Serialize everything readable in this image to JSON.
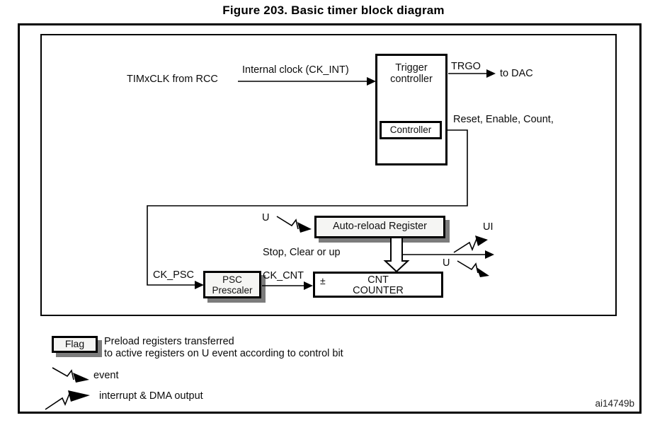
{
  "title": "Figure 203. Basic timer block diagram",
  "diagram": {
    "timxclk": "TIMxCLK from RCC",
    "internal_clock": "Internal clock (CK_INT)",
    "trigger_line1": "Trigger",
    "trigger_line2": "controller",
    "controller_box": "Controller",
    "trgo": "TRGO",
    "to_dac": "to DAC",
    "reset_enable_count": "Reset, Enable, Count,",
    "u_event_arr": "U",
    "auto_reload": "Auto-reload Register",
    "stop_clear": "Stop, Clear or up",
    "ck_psc": "CK_PSC",
    "psc_line1": "PSC",
    "psc_line2": "Prescaler",
    "ck_cnt": "CK_CNT",
    "plus_minus": "±",
    "cnt_line1": "CNT",
    "cnt_line2": "COUNTER",
    "ui_out": "UI",
    "u_out": "U"
  },
  "legend": {
    "flag": "Flag",
    "desc_line1": "Preload registers transferred",
    "desc_line2": "to active registers on U event according to control bit",
    "event": "event",
    "interrupt": "interrupt & DMA output"
  },
  "footer": {
    "figure_id": "ai14749b"
  },
  "colors": {
    "ink": "#000000",
    "box_fill": "#f5f5f3",
    "shadow": "#7c7c7c"
  }
}
